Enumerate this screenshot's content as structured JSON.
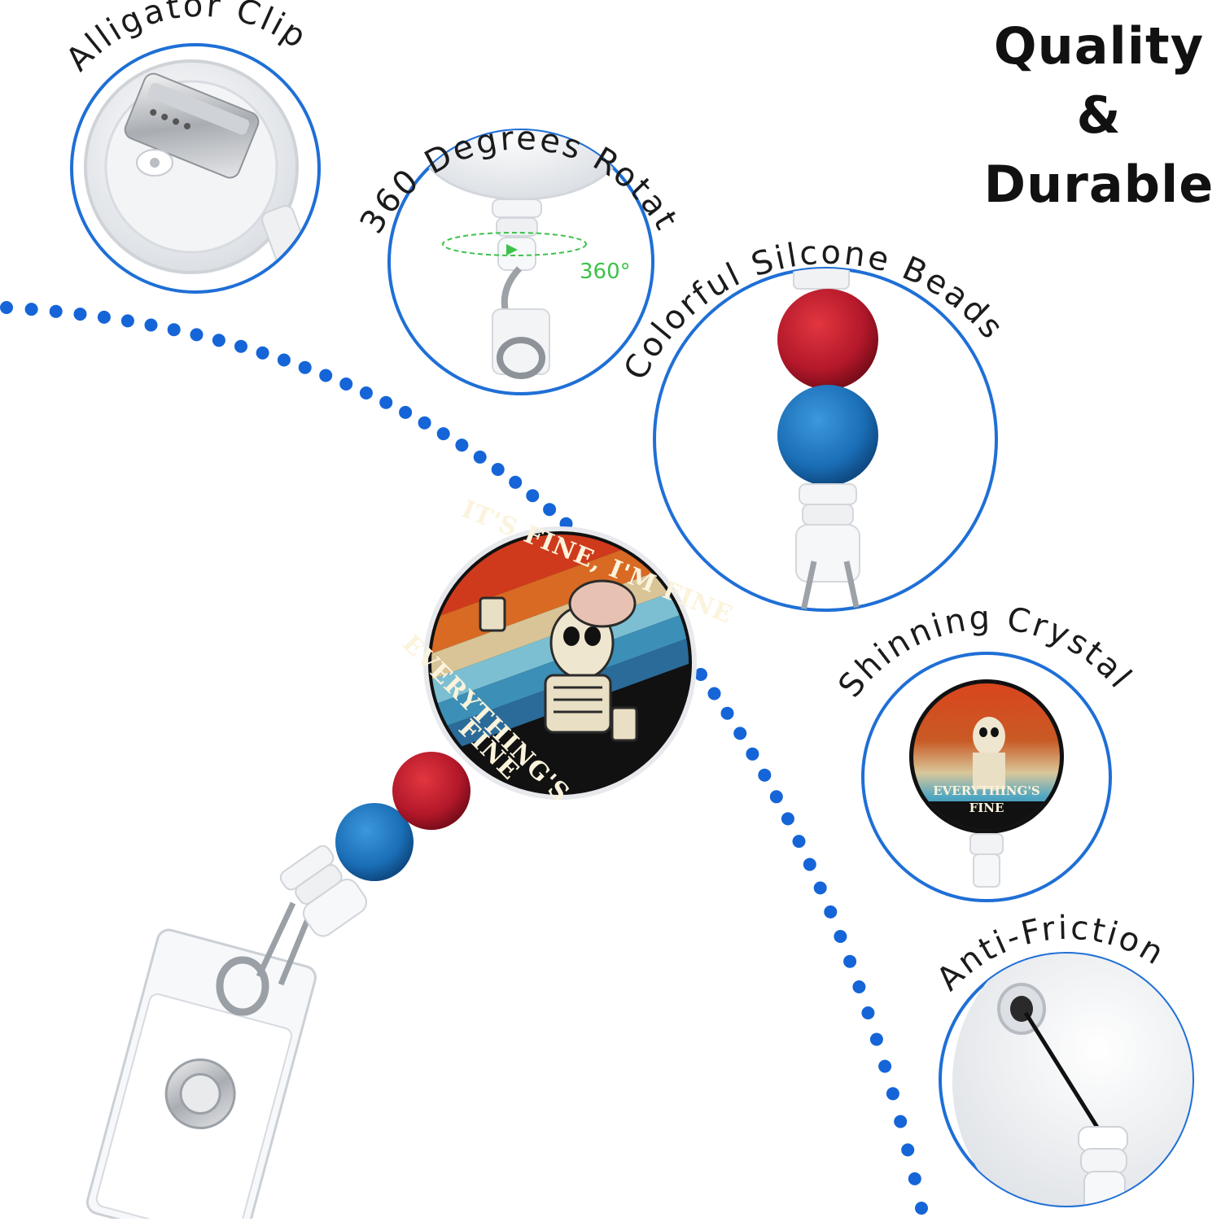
{
  "headline": {
    "line1": "Quality",
    "line2": "&",
    "line3": "Durable"
  },
  "callouts": {
    "alligator_clip": "Alligator Clip",
    "rotate": "360 Degrees Rotate",
    "rotate_degrees": "360°",
    "beads": "Colorful Silcone Beads",
    "crystal": "Shinning Crystal",
    "anti_friction": "Anti-Friction"
  },
  "badge": {
    "line1": "IT'S FINE, I'M FINE",
    "line2": "EVERYTHING'S",
    "line3": "FINE"
  },
  "colors": {
    "accent_blue": "#1f6fd6",
    "dot_blue": "#1565d8",
    "bead_red": "#b3182a",
    "bead_blue": "#1a6eb6"
  }
}
